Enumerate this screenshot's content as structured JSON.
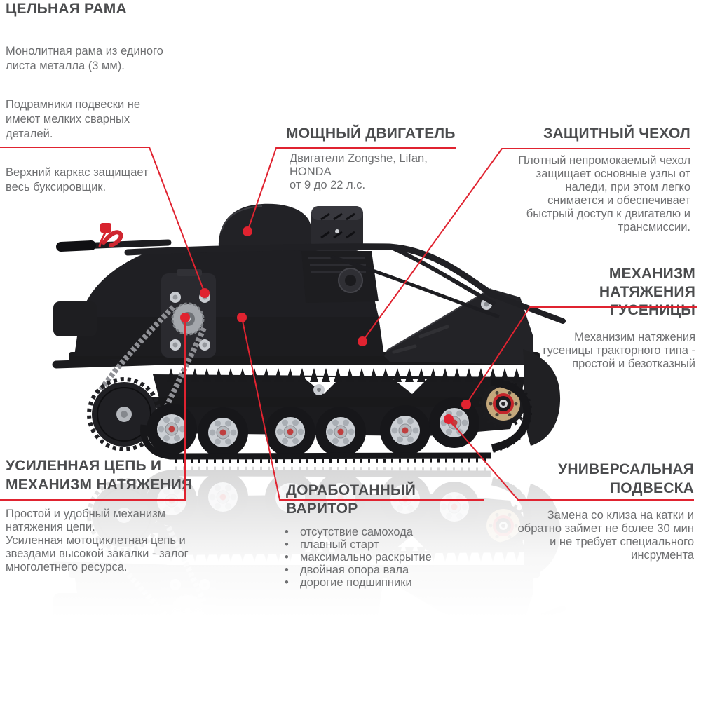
{
  "colors": {
    "accent_red": "#E02330",
    "heading_gray": "#4B4C4E",
    "body_gray": "#6E6F71",
    "vehicle_black": "#1B1B1E"
  },
  "callouts": {
    "frame": {
      "title": "ЦЕЛЬНАЯ РАМА",
      "paragraphs": [
        "Монолитная рама из единого\nлиста металла (3 мм).",
        "Подрамники подвески не\nимеют мелких сварных\nдеталей.",
        "Верхний каркас защищает\nвесь буксировщик."
      ]
    },
    "engine": {
      "title": "МОЩНЫЙ ДВИГАТЕЛЬ",
      "body": "Двигатели Zongshe, Lifan, HONDA\nот 9 до 22 л.с."
    },
    "cover": {
      "title": "ЗАЩИТНЫЙ ЧЕХОЛ",
      "body": "Плотный непромокаемый чехол\nзащищает основные узлы от\nналеди, при этом легко\nснимается и обеспечивает\nбыстрый доступ к двигателю и\nтрансмиссии."
    },
    "tensioner": {
      "title": "МЕХАНИЗМ\nНАТЯЖЕНИЯ ГУСЕНИЦЫ",
      "body": "Механизим натяжения\nгусеницы тракторного типа -\nпростой и безотказный"
    },
    "chain": {
      "title": "УСИЛЕННАЯ ЦЕПЬ И\nМЕХАНИЗМ НАТЯЖЕНИЯ",
      "body": "Простой и удобный механизм\nнатяжения цепи.\nУсиленная мотоциклетная цепь  и\nзвездами высокой закалки - залог\nмноголетнего ресурса."
    },
    "variator": {
      "title": "ДОРАБОТАННЫЙ ВАРИТОР",
      "items": [
        "отсутствие самохода",
        "плавный старт",
        "максимально раскрытие",
        "двойная опора вала",
        "дорогие подшипники"
      ]
    },
    "suspension": {
      "title": "УНИВЕРСАЛЬНАЯ\nПОДВЕСКА",
      "body": "Замена со клиза на катки и\nобратно займет не более 30 мин\nи не требует специального\nинсрумента"
    }
  }
}
